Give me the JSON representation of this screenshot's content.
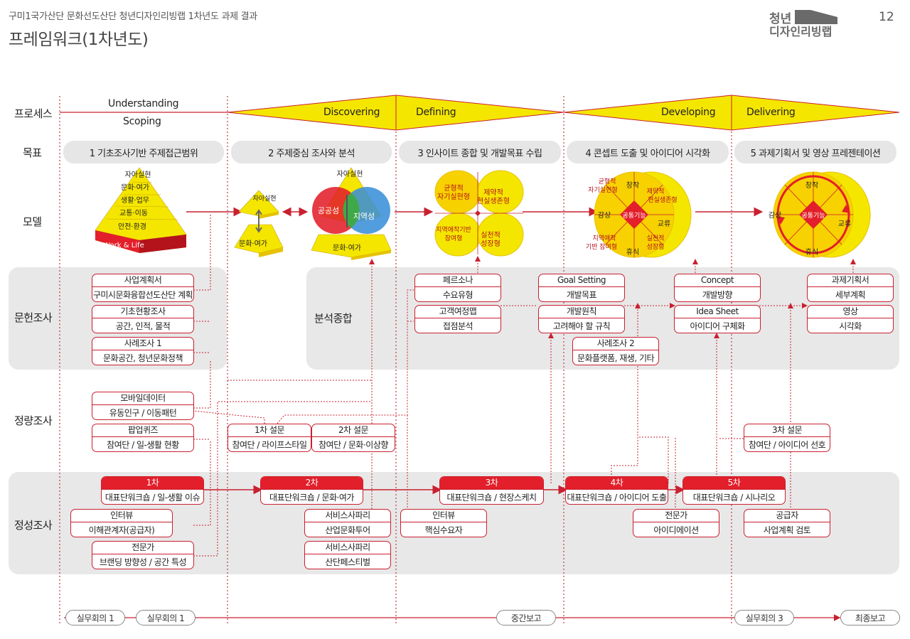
{
  "header": {
    "subtitle": "구미1국가산단 문화선도산단 청년디자인리빙랩 1차년도 과제 결과",
    "title": "프레임워크(1차년도)",
    "page_number": "12",
    "logo_line1": "청년",
    "logo_line2": "디자인리빙랩"
  },
  "rows": {
    "process": "프로세스",
    "goal": "목표",
    "model": "모델",
    "literature": "문헌조사",
    "quantitative": "정량조사",
    "qualitative": "정성조사"
  },
  "phases": {
    "understanding": "Understanding",
    "scoping": "Scoping",
    "discovering": "Discovering",
    "defining": "Defining",
    "developing": "Developing",
    "delivering": "Delivering"
  },
  "goals": [
    "1 기초조사기반 주제접근범위",
    "2 주제중심 조사와 분석",
    "3 인사이트 종합 및 개발목표 수립",
    "4 콘셉트 도출 및 아이디어 시각화",
    "5 과제기획서 및 영상 프레젠테이션"
  ],
  "models": {
    "pyramid_levels": [
      "자아실현",
      "문화·여가",
      "생활·업무",
      "교통·이동",
      "안전·환경",
      "Work & Life"
    ],
    "small_pyramid_top": "자아실현",
    "small_pyramid_bottom": "문화·여가",
    "venn_left": "공공성",
    "venn_right": "지역성",
    "venn_top": "자아실현",
    "venn_bottom": "문화·여가",
    "clover": [
      "균형적 자기실현형",
      "제약적 현실생존형",
      "지역애착기반 참여형",
      "실천적 성장형"
    ],
    "clover_lines": [
      "균형적",
      "자기실현형",
      "제약적",
      "현실생존형",
      "지역애착기반",
      "참여형",
      "실천적",
      "성장형"
    ],
    "cylinder_center": "공통기능",
    "cylinder_top": "창작",
    "cylinder_left": "감상",
    "cylinder_right": "교류",
    "cylinder_bottom": "휴식",
    "cylinder_extra": [
      "균형적",
      "자기실현형",
      "제약적",
      "현실생존형",
      "지역애착",
      "기반 참여형",
      "실천적",
      "성장형"
    ]
  },
  "literature": {
    "synthesis": "분석종합",
    "boxes": [
      {
        "title": "사업계획서",
        "body": "구미시문화융합선도산단 계획"
      },
      {
        "title": "기초현황조사",
        "body": "공간, 인적, 물적"
      },
      {
        "title": "사례조사 1",
        "body": "문화공간, 청년문화정책"
      },
      {
        "title": "페르소나",
        "body": "수요유형"
      },
      {
        "title": "고객여정맵",
        "body": "접점분석"
      },
      {
        "title": "Goal Setting",
        "body": "개발목표"
      },
      {
        "title": "개발원칙",
        "body": "고려해야 할 규칙"
      },
      {
        "title": "사례조사 2",
        "body": "문화플랫폼, 재생, 기타"
      },
      {
        "title": "Concept",
        "body": "개발방향"
      },
      {
        "title": "Idea Sheet",
        "body": "아이디어 구체화"
      },
      {
        "title": "과제기획서",
        "body": "세부계획"
      },
      {
        "title": "영상",
        "body": "시각화"
      }
    ]
  },
  "quantitative": {
    "boxes": [
      {
        "title": "모바일데이터",
        "body": "유동인구 / 이동패턴"
      },
      {
        "title": "팝업퀴즈",
        "body": "참여단 / 일-생활 현황"
      },
      {
        "title": "1차 설문",
        "body": "참여단 / 라이프스타일"
      },
      {
        "title": "2차 설문",
        "body": "참여단 / 문화·이상향"
      },
      {
        "title": "3차 설문",
        "body": "참여단 / 아이디어 선호"
      }
    ]
  },
  "qualitative": {
    "workshops": [
      {
        "title": "1차",
        "body": "대표단워크숍 / 일-생활 이슈"
      },
      {
        "title": "2차",
        "body": "대표단워크숍 / 문화·여가"
      },
      {
        "title": "3차",
        "body": "대표단워크숍 / 현장스케치"
      },
      {
        "title": "4차",
        "body": "대표단워크숍 / 아이디어 도출"
      },
      {
        "title": "5차",
        "body": "대표단워크숍 / 시나리오"
      }
    ],
    "boxes": [
      {
        "title": "인터뷰",
        "body": "이해관계자(공급자)"
      },
      {
        "title": "전문가",
        "body": "브랜딩 방향성 / 공간 특성"
      },
      {
        "title": "서비스사파리",
        "body": "산업문화투어"
      },
      {
        "title": "서비스사파리",
        "body": "산단페스티벌"
      },
      {
        "title": "인터뷰",
        "body": "핵심수요자"
      },
      {
        "title": "전문가",
        "body": "아이디에이션"
      },
      {
        "title": "공급자",
        "body": "사업계획 검토"
      }
    ]
  },
  "meetings": [
    "실무회의 1",
    "실무회의 1",
    "중간보고",
    "실무회의 3",
    "최종보고"
  ],
  "colors": {
    "accent_red": "#e21f2a",
    "line_red": "#c9202f",
    "yellow": "#f5e600",
    "band_gray": "#e8e8e8"
  }
}
